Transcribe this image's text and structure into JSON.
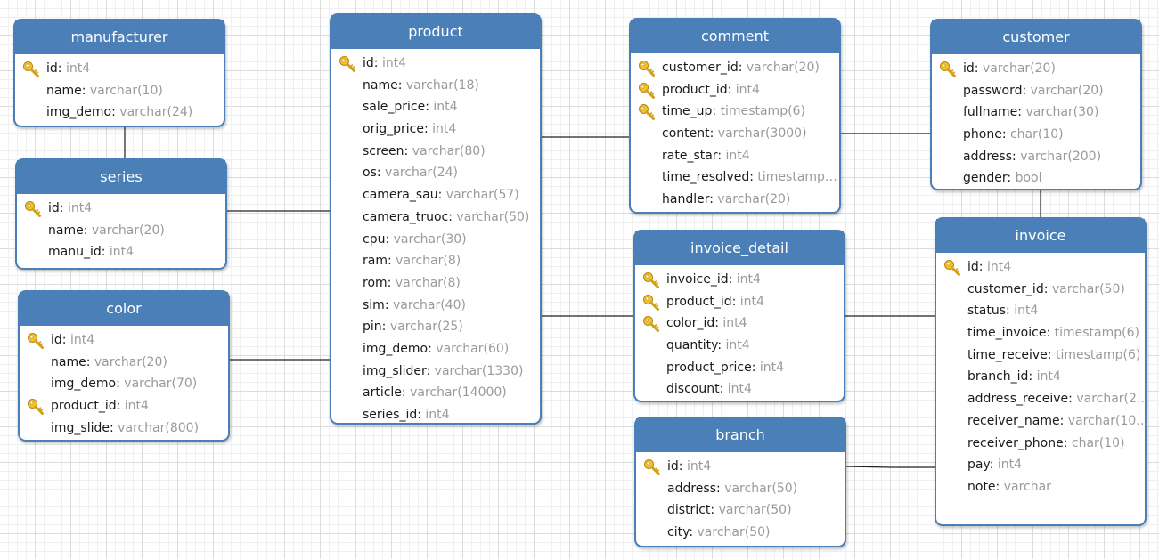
{
  "diagram": {
    "tables": [
      {
        "id": "manufacturer",
        "title": "manufacturer",
        "fields": [
          {
            "name": "id",
            "type": "int4",
            "key": true
          },
          {
            "name": "name",
            "type": "varchar(10)",
            "key": false
          },
          {
            "name": "img_demo",
            "type": "varchar(24)",
            "key": false
          }
        ]
      },
      {
        "id": "series",
        "title": "series",
        "fields": [
          {
            "name": "id",
            "type": "int4",
            "key": true
          },
          {
            "name": "name",
            "type": "varchar(20)",
            "key": false
          },
          {
            "name": "manu_id",
            "type": "int4",
            "key": false
          }
        ]
      },
      {
        "id": "color",
        "title": "color",
        "fields": [
          {
            "name": "id",
            "type": "int4",
            "key": true
          },
          {
            "name": "name",
            "type": "varchar(20)",
            "key": false
          },
          {
            "name": "img_demo",
            "type": "varchar(70)",
            "key": false
          },
          {
            "name": "product_id",
            "type": "int4",
            "key": true
          },
          {
            "name": "img_slide",
            "type": "varchar(800)",
            "key": false
          }
        ]
      },
      {
        "id": "product",
        "title": "product",
        "fields": [
          {
            "name": "id",
            "type": "int4",
            "key": true
          },
          {
            "name": "name",
            "type": "varchar(18)",
            "key": false
          },
          {
            "name": "sale_price",
            "type": "int4",
            "key": false
          },
          {
            "name": "orig_price",
            "type": "int4",
            "key": false
          },
          {
            "name": "screen",
            "type": "varchar(80)",
            "key": false
          },
          {
            "name": "os",
            "type": "varchar(24)",
            "key": false
          },
          {
            "name": "camera_sau",
            "type": "varchar(57)",
            "key": false
          },
          {
            "name": "camera_truoc",
            "type": "varchar(50)",
            "key": false
          },
          {
            "name": "cpu",
            "type": "varchar(30)",
            "key": false
          },
          {
            "name": "ram",
            "type": "varchar(8)",
            "key": false
          },
          {
            "name": "rom",
            "type": "varchar(8)",
            "key": false
          },
          {
            "name": "sim",
            "type": "varchar(40)",
            "key": false
          },
          {
            "name": "pin",
            "type": "varchar(25)",
            "key": false
          },
          {
            "name": "img_demo",
            "type": "varchar(60)",
            "key": false
          },
          {
            "name": "img_slider",
            "type": "varchar(1330)",
            "key": false
          },
          {
            "name": "article",
            "type": "varchar(14000)",
            "key": false
          },
          {
            "name": "series_id",
            "type": "int4",
            "key": false
          }
        ]
      },
      {
        "id": "comment",
        "title": "comment",
        "fields": [
          {
            "name": "customer_id",
            "type": "varchar(20)",
            "key": true
          },
          {
            "name": "product_id",
            "type": "int4",
            "key": true
          },
          {
            "name": "time_up",
            "type": "timestamp(6)",
            "key": true
          },
          {
            "name": "content",
            "type": "varchar(3000)",
            "key": false
          },
          {
            "name": "rate_star",
            "type": "int4",
            "key": false
          },
          {
            "name": "time_resolved",
            "type": "timestamp…",
            "key": false
          },
          {
            "name": "handler",
            "type": "varchar(20)",
            "key": false
          }
        ]
      },
      {
        "id": "invoice_detail",
        "title": "invoice_detail",
        "fields": [
          {
            "name": "invoice_id",
            "type": "int4",
            "key": true
          },
          {
            "name": "product_id",
            "type": "int4",
            "key": true
          },
          {
            "name": "color_id",
            "type": "int4",
            "key": true
          },
          {
            "name": "quantity",
            "type": "int4",
            "key": false
          },
          {
            "name": "product_price",
            "type": "int4",
            "key": false
          },
          {
            "name": "discount",
            "type": "int4",
            "key": false
          }
        ]
      },
      {
        "id": "branch",
        "title": "branch",
        "fields": [
          {
            "name": "id",
            "type": "int4",
            "key": true
          },
          {
            "name": "address",
            "type": "varchar(50)",
            "key": false
          },
          {
            "name": "district",
            "type": "varchar(50)",
            "key": false
          },
          {
            "name": "city",
            "type": "varchar(50)",
            "key": false
          }
        ]
      },
      {
        "id": "customer",
        "title": "customer",
        "fields": [
          {
            "name": "id",
            "type": "varchar(20)",
            "key": true
          },
          {
            "name": "password",
            "type": "varchar(20)",
            "key": false
          },
          {
            "name": "fullname",
            "type": "varchar(30)",
            "key": false
          },
          {
            "name": "phone",
            "type": "char(10)",
            "key": false
          },
          {
            "name": "address",
            "type": "varchar(200)",
            "key": false
          },
          {
            "name": "gender",
            "type": "bool",
            "key": false
          }
        ]
      },
      {
        "id": "invoice",
        "title": "invoice",
        "fields": [
          {
            "name": "id",
            "type": "int4",
            "key": true
          },
          {
            "name": "customer_id",
            "type": "varchar(50)",
            "key": false
          },
          {
            "name": "status",
            "type": "int4",
            "key": false
          },
          {
            "name": "time_invoice",
            "type": "timestamp(6)",
            "key": false
          },
          {
            "name": "time_receive",
            "type": "timestamp(6)",
            "key": false
          },
          {
            "name": "branch_id",
            "type": "int4",
            "key": false
          },
          {
            "name": "address_receive",
            "type": "varchar(2…",
            "key": false
          },
          {
            "name": "receiver_name",
            "type": "varchar(10…",
            "key": false
          },
          {
            "name": "receiver_phone",
            "type": "char(10)",
            "key": false
          },
          {
            "name": "pay",
            "type": "int4",
            "key": false
          },
          {
            "name": "note",
            "type": "varchar",
            "key": false
          }
        ]
      }
    ],
    "relations": [
      {
        "from": "manufacturer",
        "to": "series"
      },
      {
        "from": "series",
        "to": "product"
      },
      {
        "from": "color",
        "to": "product"
      },
      {
        "from": "product",
        "to": "comment"
      },
      {
        "from": "comment",
        "to": "customer"
      },
      {
        "from": "product",
        "to": "invoice_detail"
      },
      {
        "from": "invoice_detail",
        "to": "invoice"
      },
      {
        "from": "customer",
        "to": "invoice"
      },
      {
        "from": "branch",
        "to": "invoice"
      }
    ],
    "colors": {
      "header": "#4a7fb8",
      "header_text": "#ffffff",
      "type_text": "#9a9a9a",
      "key": "#e8b820"
    }
  }
}
